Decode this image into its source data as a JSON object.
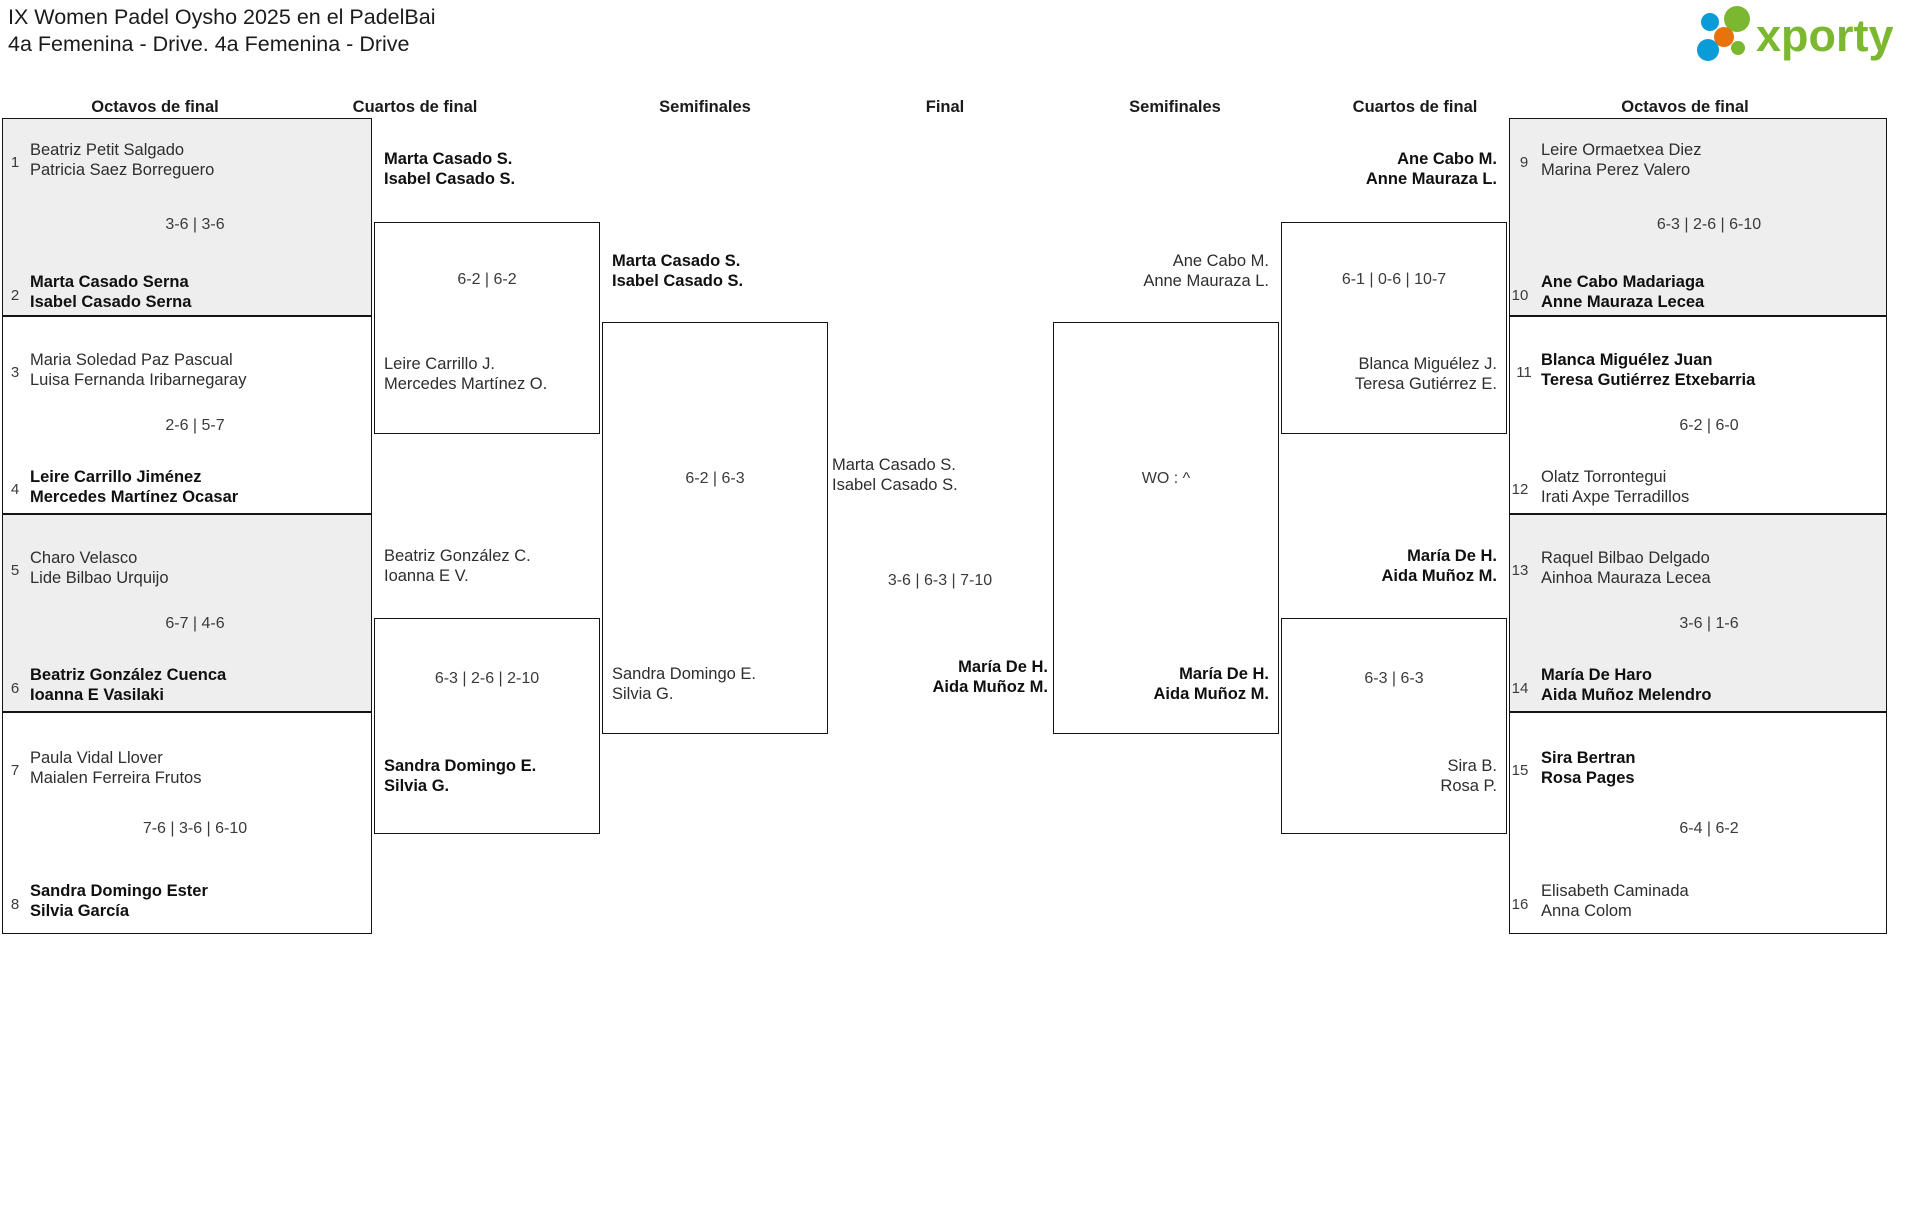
{
  "header": {
    "title_line1": "IX Women Padel Oysho 2025 en el PadelBai",
    "title_line2": "4a Femenina - Drive. 4a Femenina - Drive",
    "logo_text": "xporty",
    "logo_colors": {
      "green": "#7cb82f",
      "blue": "#0a9bd9",
      "orange": "#e8730c"
    }
  },
  "round_labels": {
    "left_r16": "Octavos de final",
    "left_qf": "Cuartos de final",
    "left_sf": "Semifinales",
    "final": "Final",
    "right_sf": "Semifinales",
    "right_qf": "Cuartos de final",
    "right_r16": "Octavos de final"
  },
  "bracket": {
    "left_r16": [
      {
        "seed_top": "1",
        "seed_bottom": "2",
        "top": [
          "Beatriz Petit Salgado",
          "Patricia Saez Borreguero"
        ],
        "bottom": [
          "Marta Casado Serna",
          "Isabel Casado Serna"
        ],
        "score": "3-6 | 3-6",
        "winner": "bottom",
        "shaded": true
      },
      {
        "seed_top": "3",
        "seed_bottom": "4",
        "top": [
          "Maria Soledad Paz Pascual",
          "Luisa Fernanda Iribarnegaray"
        ],
        "bottom": [
          "Leire Carrillo Jiménez",
          "Mercedes Martínez Ocasar"
        ],
        "score": "2-6 | 5-7",
        "winner": "bottom",
        "shaded": false
      },
      {
        "seed_top": "5",
        "seed_bottom": "6",
        "top": [
          "Charo Velasco",
          "Lide Bilbao Urquijo"
        ],
        "bottom": [
          "Beatriz González Cuenca",
          "Ioanna E Vasilaki"
        ],
        "score": "6-7 | 4-6",
        "winner": "bottom",
        "shaded": true
      },
      {
        "seed_top": "7",
        "seed_bottom": "8",
        "top": [
          "Paula Vidal Llover",
          "Maialen Ferreira Frutos"
        ],
        "bottom": [
          "Sandra Domingo Ester",
          "Silvia García"
        ],
        "score": "7-6 | 3-6 | 6-10",
        "winner": "bottom",
        "shaded": false
      }
    ],
    "left_qf": [
      {
        "top": [
          "Marta Casado S.",
          "Isabel Casado S."
        ],
        "bottom": [
          "Leire Carrillo J.",
          "Mercedes Martínez O."
        ],
        "score": "6-2 | 6-2",
        "winner": "top"
      },
      {
        "top": [
          "Beatriz González C.",
          "Ioanna E V."
        ],
        "bottom": [
          "Sandra Domingo E.",
          "Silvia G."
        ],
        "score": "6-3 | 2-6 | 2-10",
        "winner": "bottom"
      }
    ],
    "left_sf": [
      {
        "top": [
          "Marta Casado S.",
          "Isabel Casado S."
        ],
        "bottom": [
          "Sandra Domingo E.",
          "Silvia G."
        ],
        "score": "6-2 | 6-3",
        "winner": "top"
      }
    ],
    "final": {
      "top": [
        "Marta Casado S.",
        "Isabel Casado S."
      ],
      "bottom": [
        "María De H.",
        "Aida Muñoz M."
      ],
      "score": "3-6 | 6-3 | 7-10",
      "winner": "bottom"
    },
    "right_sf": [
      {
        "top": [
          "Ane Cabo M.",
          "Anne Mauraza L."
        ],
        "bottom": [
          "María De H.",
          "Aida Muñoz M."
        ],
        "score": "WO : ^",
        "winner": "bottom"
      }
    ],
    "right_qf": [
      {
        "top": [
          "Ane Cabo M.",
          "Anne Mauraza L."
        ],
        "bottom": [
          "Blanca Miguélez J.",
          "Teresa Gutiérrez E."
        ],
        "score": "6-1 | 0-6 | 10-7",
        "winner": "top"
      },
      {
        "top": [
          "María De H.",
          "Aida Muñoz M."
        ],
        "bottom": [
          "Sira B.",
          "Rosa P."
        ],
        "score": "6-3 | 6-3",
        "winner": "top"
      }
    ],
    "right_r16": [
      {
        "seed_top": "9",
        "seed_bottom": "10",
        "top": [
          "Leire Ormaetxea Diez",
          "Marina Perez Valero"
        ],
        "bottom": [
          "Ane Cabo Madariaga",
          "Anne Mauraza Lecea"
        ],
        "score": "6-3 | 2-6 | 6-10",
        "winner": "bottom",
        "shaded": true
      },
      {
        "seed_top": "11",
        "seed_bottom": "12",
        "top": [
          "Blanca Miguélez Juan",
          "Teresa Gutiérrez Etxebarria"
        ],
        "bottom": [
          "Olatz Torrontegui",
          "Irati Axpe Terradillos"
        ],
        "score": "6-2 | 6-0",
        "winner": "top",
        "shaded": false
      },
      {
        "seed_top": "13",
        "seed_bottom": "14",
        "top": [
          "Raquel Bilbao Delgado",
          "Ainhoa Mauraza Lecea"
        ],
        "bottom": [
          "María De Haro",
          "Aida Muñoz Melendro"
        ],
        "score": "3-6 | 1-6",
        "winner": "bottom",
        "shaded": true
      },
      {
        "seed_top": "15",
        "seed_bottom": "16",
        "top": [
          "Sira Bertran",
          "Rosa Pages"
        ],
        "bottom": [
          "Elisabeth Caminada",
          "Anna Colom"
        ],
        "score": "6-4 | 6-2",
        "winner": "top",
        "shaded": false
      }
    ]
  }
}
